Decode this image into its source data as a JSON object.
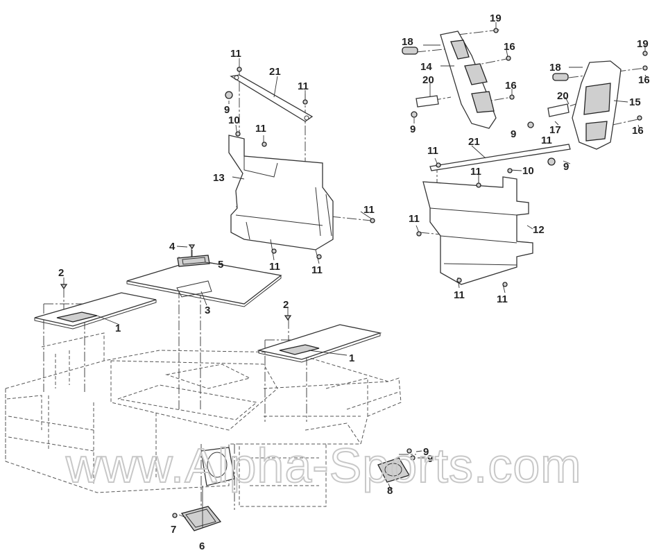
{
  "diagram": {
    "watermark": "www.Alpha-Sports.com",
    "callouts": {
      "n1": "1",
      "n2": "2",
      "n3": "3",
      "n4": "4",
      "n5": "5",
      "n6": "6",
      "n7": "7",
      "n8": "8",
      "n9": "9",
      "n10": "10",
      "n11": "11",
      "n12": "12",
      "n13": "13",
      "n14": "14",
      "n15": "15",
      "n16": "16",
      "n17": "17",
      "n18": "18",
      "n19": "19",
      "n20": "20",
      "n21": "21"
    }
  }
}
